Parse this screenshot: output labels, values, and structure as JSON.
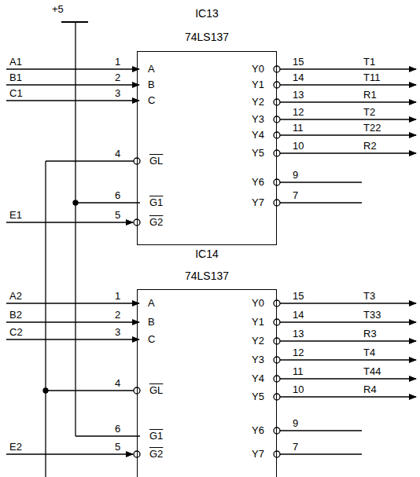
{
  "diagram": {
    "nodes": [
      {
        "text": [
          "IC13",
          "74LS137"
        ]
      },
      {
        "text": [
          "IC14",
          "74LS137"
        ]
      }
    ],
    "labels": [
      "+5",
      "A1",
      "1",
      "B1",
      "2",
      "C1",
      "3",
      "4",
      "6",
      "E1",
      "5",
      "A",
      "B",
      "C",
      "GL",
      "G1",
      "G2",
      "Y0",
      "Y1",
      "Y2",
      "Y3",
      "Y4",
      "Y5",
      "Y6",
      "Y7",
      "15",
      "T1",
      "14",
      "T11",
      "13",
      "R1",
      "12",
      "T2",
      "11",
      "T22",
      "10",
      "R2",
      "9",
      "7",
      "A2",
      "1",
      "B2",
      "2",
      "C2",
      "3",
      "4",
      "6",
      "E2",
      "5",
      "A",
      "B",
      "C",
      "GL",
      "G1",
      "G2",
      "Y0",
      "Y1",
      "Y2",
      "Y3",
      "Y4",
      "Y5",
      "Y6",
      "Y7",
      "15",
      "T3",
      "14",
      "T33",
      "13",
      "R3",
      "12",
      "T4",
      "11",
      "T44",
      "10",
      "R4",
      "9",
      "7"
    ]
  }
}
